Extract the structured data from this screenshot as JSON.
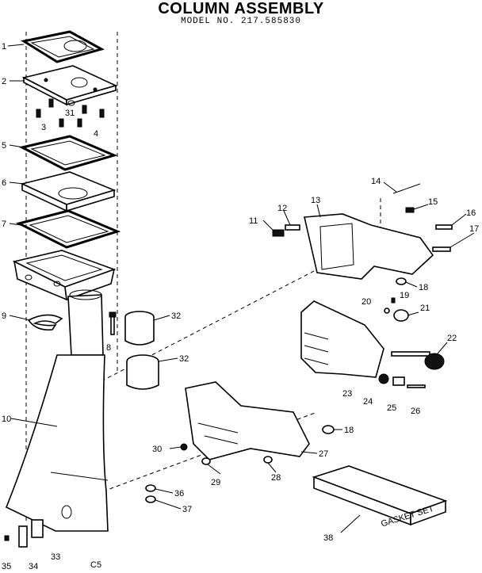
{
  "title": "COLUMN ASSEMBLY",
  "subtitle": "MODEL NO. 217.585830",
  "page_code": "C5",
  "gasket_box_label": "GASKET SET",
  "callouts": [
    "1",
    "2",
    "3",
    "31",
    "4",
    "5",
    "6",
    "7",
    "9",
    "8",
    "32",
    "32",
    "10",
    "11",
    "12",
    "13",
    "14",
    "15",
    "16",
    "17",
    "18",
    "19",
    "20",
    "21",
    "22",
    "23",
    "24",
    "25",
    "26",
    "18",
    "30",
    "27",
    "29",
    "28",
    "36",
    "37",
    "38",
    "35",
    "34",
    "33"
  ]
}
